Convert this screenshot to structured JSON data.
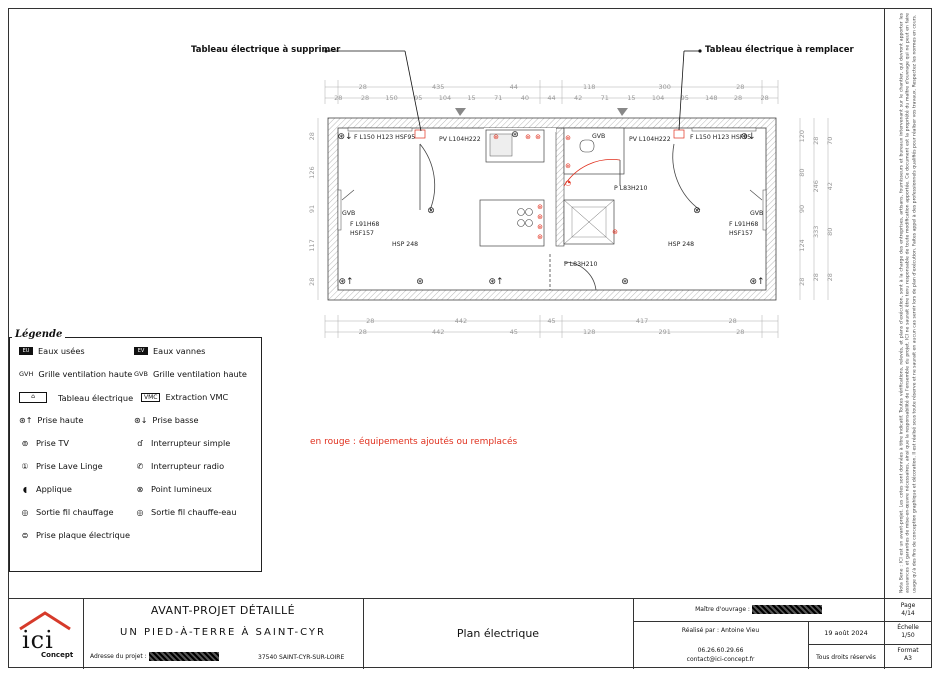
{
  "callouts": {
    "left": "Tableau électrique à supprimer",
    "right": "Tableau électrique à remplacer"
  },
  "dimensions": {
    "top_outer": [
      "28",
      "435",
      "44",
      "118",
      "300",
      "28"
    ],
    "top_inner": [
      "28",
      "28",
      "150",
      "95",
      "104",
      "15",
      "71",
      "40",
      "44",
      "42",
      "71",
      "15",
      "104",
      "95",
      "148",
      "28",
      "28"
    ],
    "bottom_outer": [
      "28",
      "442",
      "45",
      "417",
      "28"
    ],
    "bottom_inner": [
      "28",
      "442",
      "45",
      "128",
      "291",
      "28"
    ],
    "left": [
      "28",
      "126",
      "91",
      "117",
      "28"
    ],
    "right_a": [
      "120",
      "80",
      "90",
      "124",
      "28"
    ],
    "right_b": [
      "28",
      "246",
      "333",
      "28"
    ],
    "right_c": [
      "70",
      "42",
      "80",
      "28"
    ]
  },
  "room_labels": {
    "left_window_top": "F L150 H123 HSF95",
    "left_door": "PV L104H222",
    "right_door": "PV L104H222",
    "right_window_top": "F L150 H123 HSF95",
    "left_gvb": "GVB",
    "left_window": [
      "F L91H68",
      "HSF157"
    ],
    "left_hsp": "HSP 248",
    "center_gvb": "GVB",
    "center_door": "P L83H210",
    "lower_door": "P L83H210",
    "right_gvb": "GVB",
    "right_window": [
      "F L91H68",
      "HSF157"
    ],
    "right_hsp": "HSP 248"
  },
  "legend": {
    "title": "Légende",
    "items": [
      {
        "symbol": "EU",
        "label": "Eaux usées"
      },
      {
        "symbol": "EV",
        "label": "Eaux vannes"
      },
      {
        "symbol": "GVH",
        "label": "Grille ventilation haute"
      },
      {
        "symbol": "GVB",
        "label": "Grille ventilation haute"
      },
      {
        "symbol": "panel",
        "label": "Tableau électrique"
      },
      {
        "symbol": "VMC",
        "label": "Extraction VMC"
      },
      {
        "symbol": "prise-haute",
        "label": "Prise haute"
      },
      {
        "symbol": "prise-basse",
        "label": "Prise basse"
      },
      {
        "symbol": "prise-tv",
        "label": "Prise TV"
      },
      {
        "symbol": "interrupteur",
        "label": "Interrupteur simple"
      },
      {
        "symbol": "lave-linge",
        "label": "Prise Lave Linge"
      },
      {
        "symbol": "radio",
        "label": "Interrupteur radio"
      },
      {
        "symbol": "applique",
        "label": "Applique"
      },
      {
        "symbol": "point",
        "label": "Point lumineux"
      },
      {
        "symbol": "fil-chauffage",
        "label": "Sortie fil chauffage"
      },
      {
        "symbol": "chauffe-eau",
        "label": "Sortie fil chauffe-eau"
      },
      {
        "symbol": "plaque",
        "label": "Prise plaque électrique"
      }
    ]
  },
  "note_red": "en rouge : équipements ajoutés ou remplacés",
  "sidebar_note": "Nota Bene : ICI est un avant-projet. Les cotes sont données à titre indicatif. Toutes vérifications, relevés, et plans d'exécution, sont à la charge des entreprises, artisans, fournisseurs et bureaux intervenant sur le chantier, qui devront apporter les assurances et garanties de mise-en-œuvre nécessaires, ainsi que la responsabilité de l'ensemble du projet. ICI ne saurait être tenu responsable de toute modification apportée. Ce document est la propriété du maître d'ouvrage qui ne peut en faire usage qu'à des fins de conception graphique et décoration. Il est réalisé sous toute réserve et ne saurait en aucun cas servir lors de plan d'exécution. Faites appel à des professionnels qualifiés pour réaliser vos travaux. Respectez les normes en cours.",
  "colors": {
    "accent_red": "#e0301e",
    "logo_red": "#d63a2a"
  },
  "titleblock": {
    "logo_text": "ici",
    "logo_sub": "Concept",
    "project_title": "AVANT-PROJET DÉTAILLÉ",
    "project_subtitle": "UN PIED-À-TERRE À SAINT-CYR",
    "address_label": "Adresse du projet :",
    "address_city": "37540 SAINT-CYR-SUR-LOIRE",
    "sheet_title": "Plan électrique",
    "owner_label": "Maître d'ouvrage :",
    "author_label": "Réalisé par :",
    "author_name": "Antoine Vieu",
    "phone": "06.26.60.29.66",
    "email": "contact@ici-concept.fr",
    "date": "19 août 2024",
    "rights": "Tous droits réservés",
    "page_label": "Page",
    "page_value": "4/14",
    "scale_label": "Échelle",
    "scale_value": "1/50",
    "format_label": "Format",
    "format_value": "A3"
  }
}
